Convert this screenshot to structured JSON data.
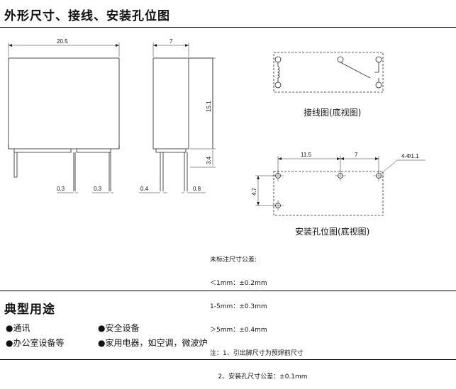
{
  "section1": {
    "title": "外形尺寸、接线、安装孔位图"
  },
  "front_view": {
    "width": "20.5",
    "pin_left": "0.3",
    "pin_right": "0.3"
  },
  "side_view": {
    "depth": "7",
    "height": "15.1",
    "pin_length": "3.4",
    "pin_a": "0.4",
    "pin_b": "0.8"
  },
  "wiring": {
    "caption": "接线图(底视图)"
  },
  "mounting": {
    "dim_a": "11.5",
    "dim_b": "7",
    "dim_c": "4.7",
    "hole_label": "4-Φ1.1",
    "caption": "安装孔位图(底视图)"
  },
  "tolerance_notes": {
    "line1": "未标注尺寸公差:",
    "line2": "＜1mm：±0.2mm",
    "line3": "1-5mm：±0.3mm",
    "line4": "＞5mm：±0.4mm",
    "line5": "注：1、引出脚尺寸为预焊前尺寸",
    "line6": "    2、安装孔尺寸公差：±0.1mm"
  },
  "section2": {
    "title": "典型用途",
    "items": [
      "●通讯",
      "●安全设备",
      "●办公室设备等",
      "●家用电器，如空调，微波炉"
    ]
  }
}
